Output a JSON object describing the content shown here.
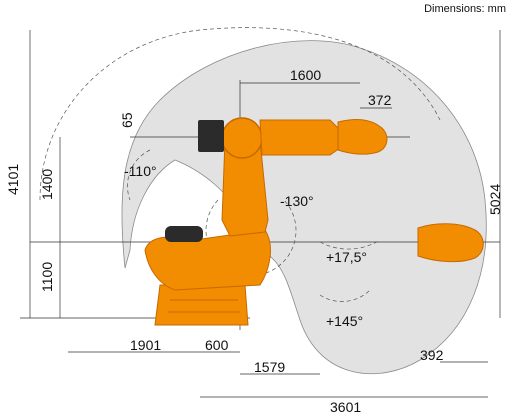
{
  "header": {
    "units_label": "Dimensions: mm"
  },
  "dimensions": {
    "arm_length": "1600",
    "wrist_offset": "372",
    "axis_offset_small": "65",
    "overall_height": "4101",
    "upper_height": "1400",
    "base_height": "1100",
    "max_reach_height": "5024",
    "rear_reach": "1901",
    "base_offset": "600",
    "min_reach": "1579",
    "front_offset": "392",
    "max_reach": "3601"
  },
  "angles": {
    "a1": "-110°",
    "a2": "-130°",
    "a3": "+17,5°",
    "a4": "+145°"
  },
  "colors": {
    "robot_orange": "#f28c00",
    "robot_orange_dark": "#c66a00",
    "robot_black": "#2b2b2b",
    "workspace_fill": "#e2e2e2",
    "workspace_stroke": "#8a8a8a"
  }
}
